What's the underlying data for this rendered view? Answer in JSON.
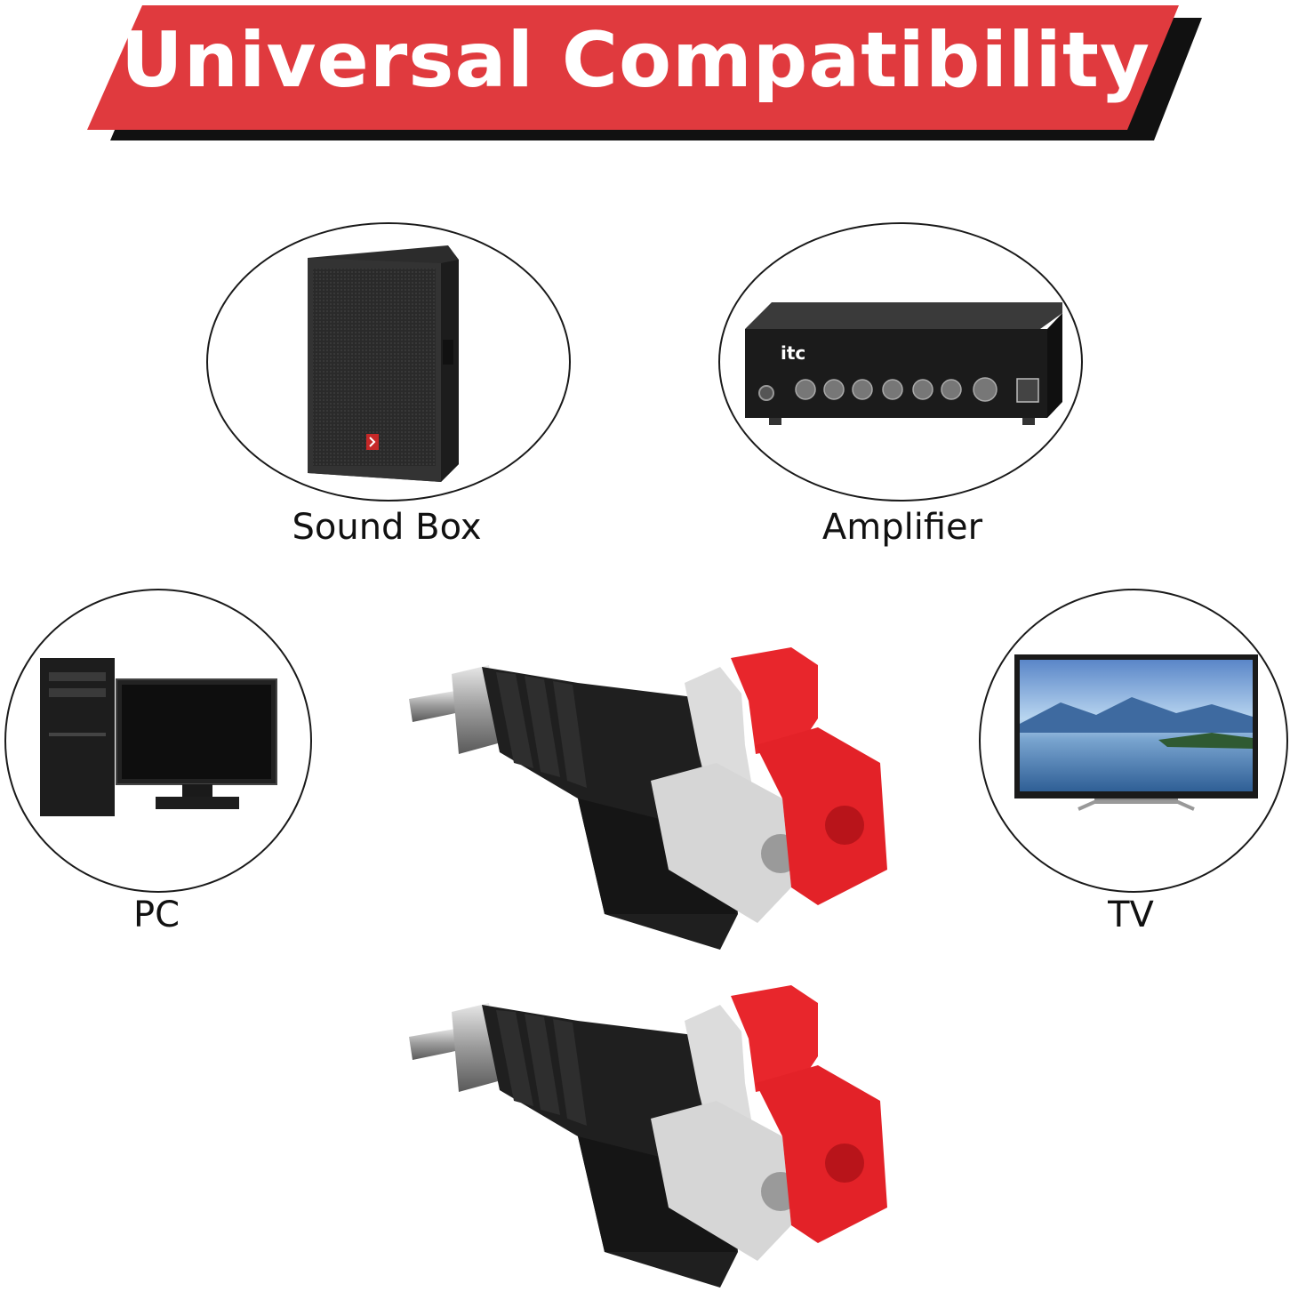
{
  "banner": {
    "title": "Universal Compatibility",
    "color": "#e03a3e",
    "shadow_color": "#111111"
  },
  "devices": [
    {
      "name": "Sound Box",
      "icon": "speaker-icon"
    },
    {
      "name": "Amplifier",
      "icon": "amplifier-icon"
    },
    {
      "name": "PC",
      "icon": "pc-icon"
    },
    {
      "name": "TV",
      "icon": "tv-icon"
    }
  ],
  "product": {
    "icon": "rca-speaker-connector-icon",
    "count": 2,
    "colors": {
      "body": "#1f1f1f",
      "red_clip": "#e8262c",
      "white_clip": "#dcdcdc",
      "metal": "#b9b9b9"
    }
  },
  "amplifier_brand": "itc"
}
